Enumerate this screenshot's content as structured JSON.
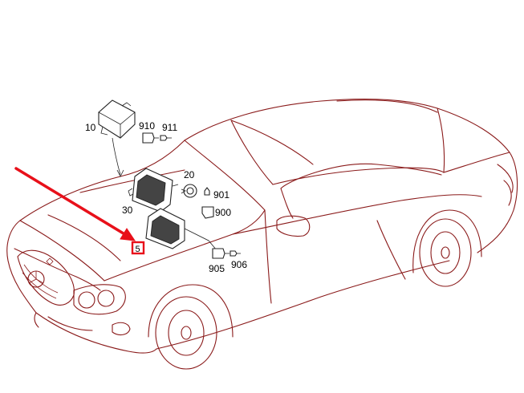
{
  "callouts": {
    "c10": "10",
    "c910": "910",
    "c911": "911",
    "c20": "20",
    "c30": "30",
    "c901": "901",
    "c900": "900",
    "c5": "5",
    "c905": "905",
    "c906": "906"
  },
  "colors": {
    "car_outline": "#8a1a1a",
    "pointer_arrow": "#e8101a",
    "highlight_box": "#e8101a",
    "callout_text": "#000000"
  },
  "icons": {
    "pointer": "arrow-pointer-icon",
    "brand": "mercedes-star-icon"
  }
}
